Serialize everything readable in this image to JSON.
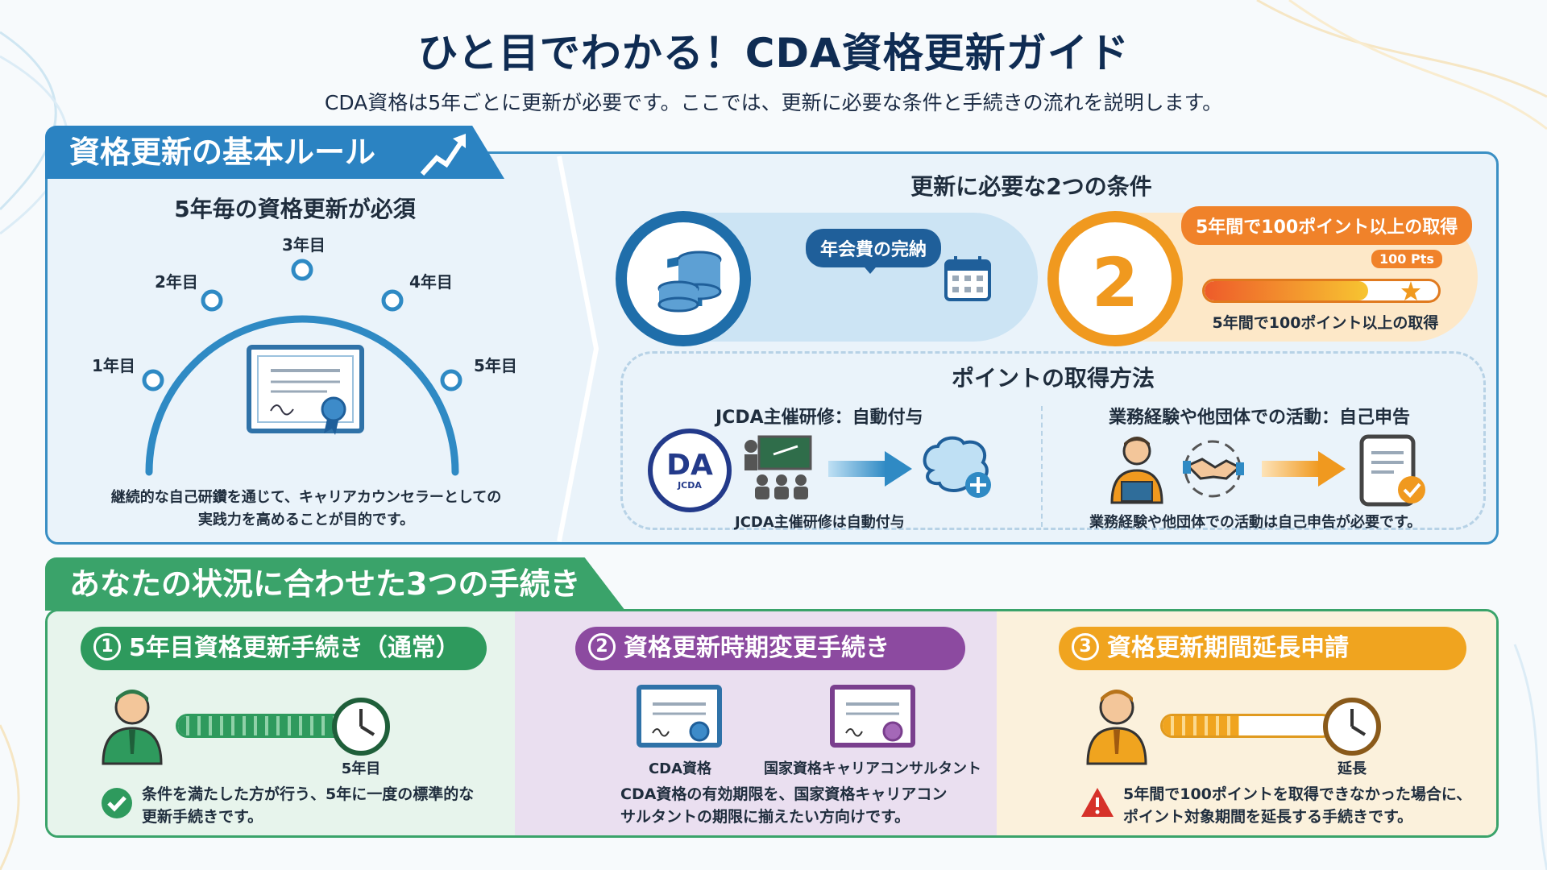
{
  "header": {
    "title": "ひと目でわかる！CDA資格更新ガイド",
    "subtitle": "CDA資格は5年ごとに更新が必要です。ここでは、更新に必要な条件と手続きの流れを説明します。"
  },
  "rules": {
    "tab_label": "資格更新の基本ルール",
    "heading": "5年毎の資格更新が必須",
    "years": [
      "1年目",
      "2年目",
      "3年目",
      "4年目",
      "5年目"
    ],
    "description_line1": "継続的な自己研鑽を通じて、キャリアカウンセラーとしての",
    "description_line2": "実践力を高めることが目的です。"
  },
  "conditions": {
    "heading": "更新に必要な2つの条件",
    "cond1": {
      "number": "1",
      "label": "年会費の完納"
    },
    "cond2": {
      "number": "2",
      "label": "5年間で100ポイント以上の取得",
      "points_tag": "100 Pts",
      "progress_fraction": 0.7,
      "caption": "5年間で100ポイント以上の取得"
    }
  },
  "methods": {
    "heading": "ポイントの取得方法",
    "method1": {
      "title": "JCDA主催研修：自動付与",
      "caption": "JCDA主催研修は自動付与"
    },
    "method2": {
      "title": "業務経験や他団体での活動：自己申告",
      "caption": "業務経験や他団体での活動は自己申告が必要です。"
    },
    "logo_text": "DA",
    "logo_sub": "JCDA"
  },
  "procedures": {
    "tab_label": "あなたの状況に合わせた3つの手続き",
    "items": [
      {
        "num": "1",
        "title": "5年目資格更新手続き（通常）",
        "progress_caption": "5年目",
        "progress_fraction": 1.0,
        "desc_line1": "条件を満たした方が行う、5年に一度の標準的な",
        "desc_line2": "更新手続きです。"
      },
      {
        "num": "2",
        "title": "資格更新時期変更手続き",
        "cert1_label": "CDA資格",
        "cert2_label": "国家資格キャリアコンサルタント",
        "desc_line1": "CDA資格の有効期限を、国家資格キャリアコン",
        "desc_line2": "サルタントの期限に揃えたい方向けです。"
      },
      {
        "num": "3",
        "title": "資格更新期間延長申請",
        "progress_caption": "延長",
        "progress_fraction": 0.45,
        "desc_line1": "5年間で100ポイントを取得できなかった場合に、",
        "desc_line2": "ポイント対象期間を延長する手続きです。"
      }
    ]
  },
  "colors": {
    "blue": "#2b83c2",
    "green": "#3aa36a",
    "purple": "#8c4aa0",
    "orange": "#f0a41f"
  }
}
